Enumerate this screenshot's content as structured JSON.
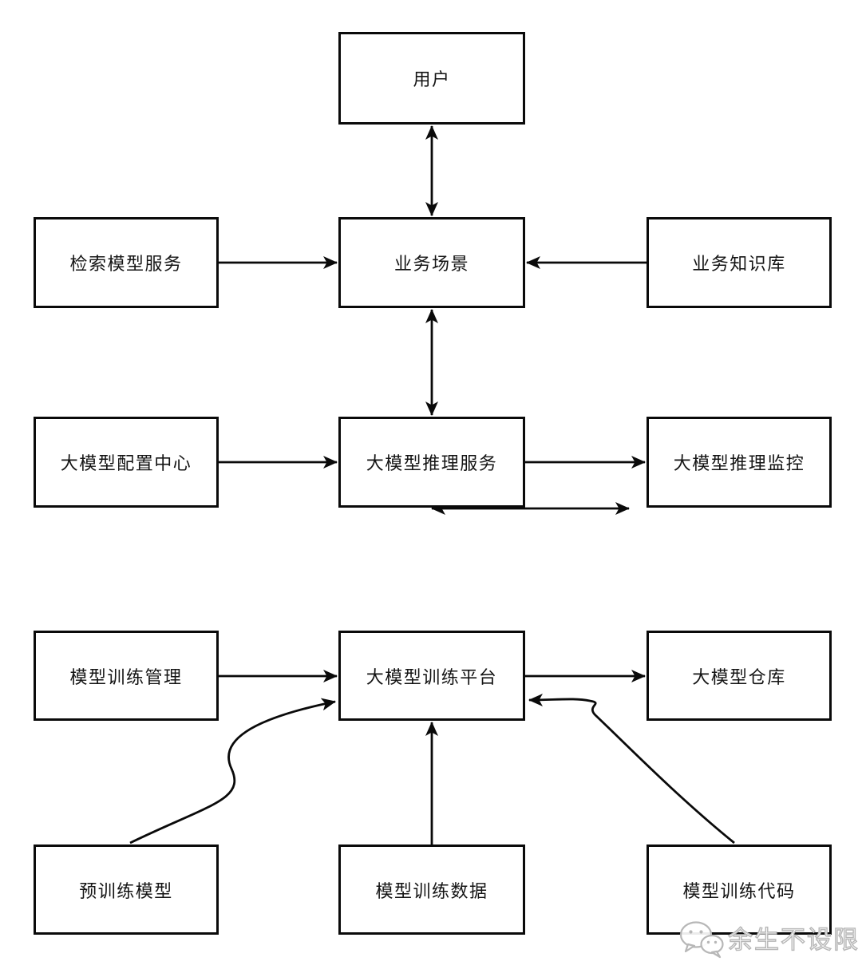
{
  "diagram": {
    "description": "大模型平台架构图 (LLM platform architecture flowchart)",
    "colors": {
      "background": "#ffffff",
      "box_fill": "#ffffff",
      "box_border": "#0a0a0a",
      "line": "#0a0a0a",
      "text": "#141414",
      "watermark": "#b7b7b7"
    },
    "nodes": {
      "user": {
        "label": "用户"
      },
      "retrieval_service": {
        "label": "检索模型服务"
      },
      "business_scenario": {
        "label": "业务场景"
      },
      "business_knowledge_base": {
        "label": "业务知识库"
      },
      "config_center": {
        "label": "大模型配置中心"
      },
      "inference_service": {
        "label": "大模型推理服务"
      },
      "inference_monitor": {
        "label": "大模型推理监控"
      },
      "training_management": {
        "label": "模型训练管理"
      },
      "training_platform": {
        "label": "大模型训练平台"
      },
      "model_repository": {
        "label": "大模型仓库"
      },
      "pretrained_model": {
        "label": "预训练模型"
      },
      "training_data": {
        "label": "模型训练数据"
      },
      "training_code": {
        "label": "模型训练代码"
      }
    },
    "edges": [
      {
        "from": "user",
        "to": "business_scenario",
        "type": "bidirectional"
      },
      {
        "from": "retrieval_service",
        "to": "business_scenario",
        "type": "arrow"
      },
      {
        "from": "business_knowledge_base",
        "to": "business_scenario",
        "type": "arrow"
      },
      {
        "from": "business_scenario",
        "to": "inference_service",
        "type": "bidirectional"
      },
      {
        "from": "config_center",
        "to": "inference_service",
        "type": "arrow"
      },
      {
        "from": "inference_service",
        "to": "inference_monitor",
        "type": "arrow"
      },
      {
        "from": "inference_service",
        "to": "training_platform",
        "type": "bidirectional"
      },
      {
        "from": "training_management",
        "to": "training_platform",
        "type": "arrow"
      },
      {
        "from": "training_platform",
        "to": "model_repository",
        "type": "arrow"
      },
      {
        "from": "pretrained_model",
        "to": "training_platform",
        "type": "curved-arrow"
      },
      {
        "from": "training_data",
        "to": "training_platform",
        "type": "arrow"
      },
      {
        "from": "training_code",
        "to": "training_platform",
        "type": "curved-arrow"
      }
    ],
    "watermark": {
      "icon": "wechat-icon",
      "text": "余生不设限"
    }
  }
}
